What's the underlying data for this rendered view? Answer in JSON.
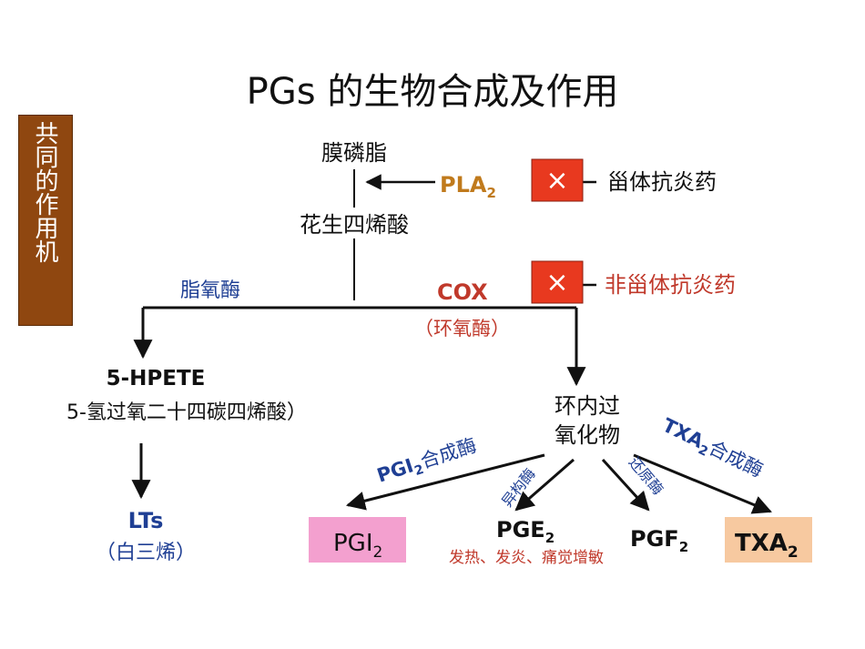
{
  "title": "PGs 的生物合成及作用",
  "side_label": "共同的作用机",
  "nodes": {
    "membrane": "膜磷脂",
    "arachidonic": "花生四烯酸",
    "lipoxygenase": "脂氧酶",
    "pla2": "PLA",
    "pla2_sub": "2",
    "cox": "COX",
    "cox_cn": "（环氧酶）",
    "steroid": "甾体抗炎药",
    "nsaid": "非甾体抗炎药",
    "block_mark": "×",
    "hpete": "5-HPETE",
    "hpete_cn": "5-氢过氧二十四碳四烯酸）",
    "endoperoxide_1": "环内过",
    "endoperoxide_2": "氧化物",
    "lts": "LTs",
    "lts_cn": "（白三烯）",
    "pgi2_synthase": "PGI",
    "pgi2_synthase_sub": "2",
    "pgi2_synthase_tail": "合成酶",
    "isomerase": "异构酶",
    "reductase": "还原酶",
    "txa2_synthase": "TXA",
    "txa2_synthase_sub": "2",
    "txa2_synthase_tail": "合成酶",
    "pgi2": "PGI",
    "pgi2_sub": "2",
    "pge2": "PGE",
    "pge2_sub": "2",
    "pge2_effects": "发热、发炎、痛觉增敏",
    "pgf2": "PGF",
    "pgf2_sub": "2",
    "txa2": "TXA",
    "txa2_sub": "2"
  },
  "colors": {
    "side_box": "#8f4710",
    "enzyme_orange": "#c07a1c",
    "enzyme_red": "#c0392b",
    "enzyme_blue": "#1f3f94",
    "block_red": "#e8391f",
    "pgi2_box": "#f3a0cf",
    "txa2_box": "#f7c9a0"
  }
}
